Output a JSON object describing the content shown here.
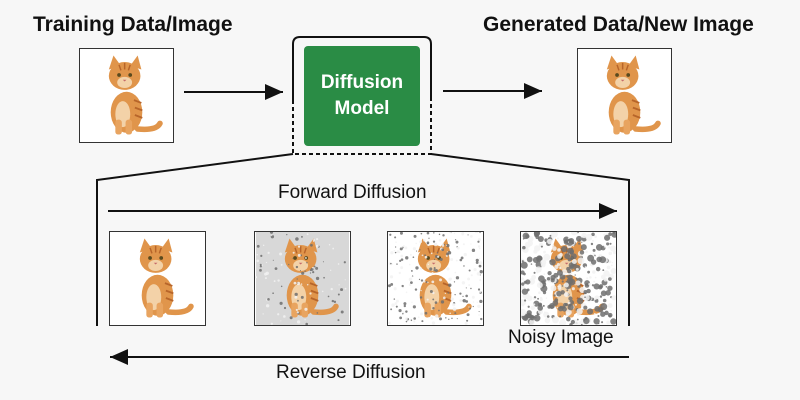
{
  "diagram": {
    "input_title": "Training Data/Image",
    "output_title": "Generated Data/New Image",
    "model_line1": "Diffusion",
    "model_line2": "Model",
    "forward_label": "Forward Diffusion",
    "reverse_label": "Reverse Diffusion",
    "noisy_label": "Noisy Image"
  },
  "colors": {
    "model_fill": "#2a8c45",
    "cat_fur": "#e0954b",
    "cat_stripe": "#b7652a",
    "background": "#f7f7f7"
  },
  "noise_levels": [
    0,
    0.25,
    0.55,
    0.9
  ]
}
